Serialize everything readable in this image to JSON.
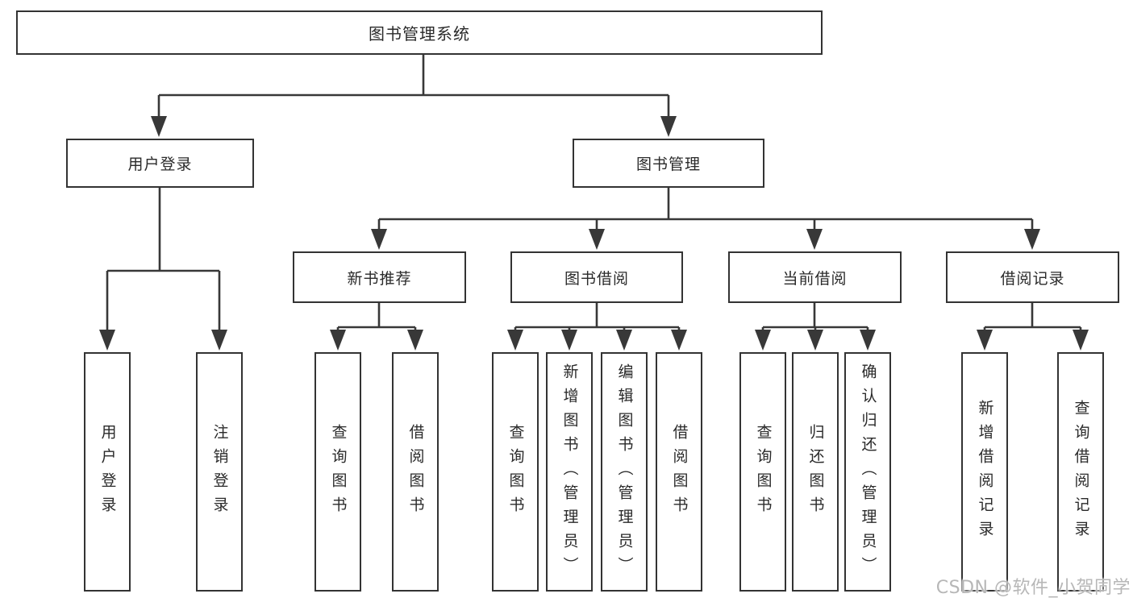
{
  "colors": {
    "line": "#383838",
    "border": "#333333",
    "text": "#2a2a2a",
    "watermark": "#b7b7b7",
    "bg": "#ffffff"
  },
  "nodes": {
    "root": {
      "label": "图书管理系统"
    },
    "user_login": {
      "label": "用户登录"
    },
    "book_management": {
      "label": "图书管理"
    },
    "new_book_recommend": {
      "label": "新书推荐"
    },
    "book_borrow": {
      "label": "图书借阅"
    },
    "current_borrow": {
      "label": "当前借阅"
    },
    "borrow_records": {
      "label": "借阅记录"
    },
    "leaf_user_login": {
      "label": "用户登录"
    },
    "leaf_logout": {
      "label": "注销登录"
    },
    "leaf_nb_query_book": {
      "label": "查询图书"
    },
    "leaf_nb_borrow_book": {
      "label": "借阅图书"
    },
    "leaf_bb_query_book": {
      "label": "查询图书"
    },
    "leaf_bb_add_book": {
      "label": "新增图书（管理员）"
    },
    "leaf_bb_edit_book": {
      "label": "编辑图书（管理员）"
    },
    "leaf_bb_borrow_book": {
      "label": "借阅图书"
    },
    "leaf_cb_query_book": {
      "label": "查询图书"
    },
    "leaf_cb_return_book": {
      "label": "归还图书"
    },
    "leaf_cb_confirm_return": {
      "label": "确认归还（管理员）"
    },
    "leaf_br_add_record": {
      "label": "新增借阅记录"
    },
    "leaf_br_query_record": {
      "label": "查询借阅记录"
    }
  },
  "structure": {
    "图书管理系统": {
      "用户登录": [
        "用户登录",
        "注销登录"
      ],
      "图书管理": {
        "新书推荐": [
          "查询图书",
          "借阅图书"
        ],
        "图书借阅": [
          "查询图书",
          "新增图书（管理员）",
          "编辑图书（管理员）",
          "借阅图书"
        ],
        "当前借阅": [
          "查询图书",
          "归还图书",
          "确认归还（管理员）"
        ],
        "借阅记录": [
          "新增借阅记录",
          "查询借阅记录"
        ]
      }
    }
  },
  "watermark": {
    "text": "CSDN @软件_小贺同学"
  }
}
